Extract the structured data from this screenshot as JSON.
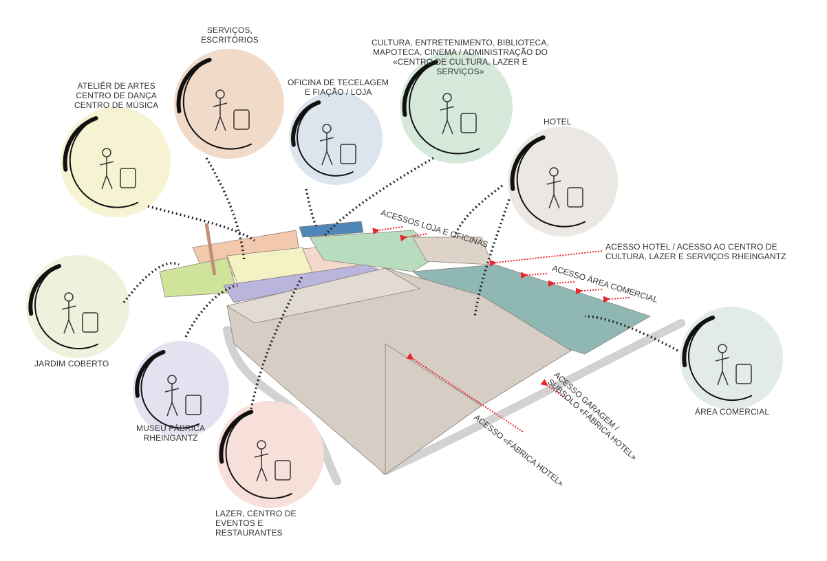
{
  "zones": [
    {
      "id": "atelie",
      "label": [
        "ATELIÊR DE ARTES",
        "CENTRO DE DANÇA",
        "CENTRO DE MÚSICA"
      ],
      "color": "#f6f3d2",
      "icon": "dance-music-icon"
    },
    {
      "id": "servicos",
      "label": [
        "SERVIÇOS,",
        "ESCRITÓRIOS"
      ],
      "color": "#f1dac8",
      "icon": "office-desk-icon"
    },
    {
      "id": "oficina",
      "label": [
        "OFICINA DE TECELAGEM",
        "E FIAÇÃO / LOJA"
      ],
      "color": "#dce5ee",
      "icon": "gears-icon"
    },
    {
      "id": "cultura",
      "label": [
        "CULTURA, ENTRETENIMENTO, BIBLIOTECA,",
        "MAPOTECA, CINEMA / ADMINISTRAÇÃO DO",
        "«CENTRO DE CULTURA, LAZER E",
        "SERVIÇOS»"
      ],
      "color": "#d6e8da",
      "icon": "cinema-books-icon"
    },
    {
      "id": "hotel",
      "label": [
        "HOTEL"
      ],
      "color": "#ebe7e2",
      "icon": "luggage-icon"
    },
    {
      "id": "jardim",
      "label": [
        "JARDIM COBERTO"
      ],
      "color": "#eef2dc",
      "icon": "trees-bench-icon"
    },
    {
      "id": "museu",
      "label": [
        "MUSEU FÁBRICA",
        "RHEINGANTZ"
      ],
      "color": "#e4e2f0",
      "icon": "museum-frames-icon"
    },
    {
      "id": "lazer",
      "label": [
        "LAZER, CENTRO DE",
        "EVENTOS E",
        "RESTAURANTES"
      ],
      "color": "#f7e0d9",
      "icon": "chef-icon"
    },
    {
      "id": "comercial",
      "label": [
        "ÁREA COMERCIAL"
      ],
      "color": "#e2ebe8",
      "icon": "shopping-icon"
    }
  ],
  "accesses": {
    "loja": "ACESSOS LOJA E OFICINAS",
    "hotel": [
      "ACESSO HOTEL / ACESSO AO CENTRO DE",
      "CULTURA, LAZER E SERVIÇOS RHEINGANTZ"
    ],
    "comercial": "ACESSO ÁREA COMERCIAL",
    "garagem": [
      "ACESSO GARAGEM /",
      "SUBSOLO «FÁBRICA HOTEL»"
    ],
    "fabrica": "ACESSO «FÁBRICA HOTEL»"
  },
  "colors": {
    "arrow": "#e8252b",
    "building": "#d6cdc4",
    "teal": "#8fb8b4",
    "green": "#b9dcbf",
    "blue": "#4f86b8",
    "lime": "#cfe39a",
    "lavender": "#b9b5dc"
  }
}
